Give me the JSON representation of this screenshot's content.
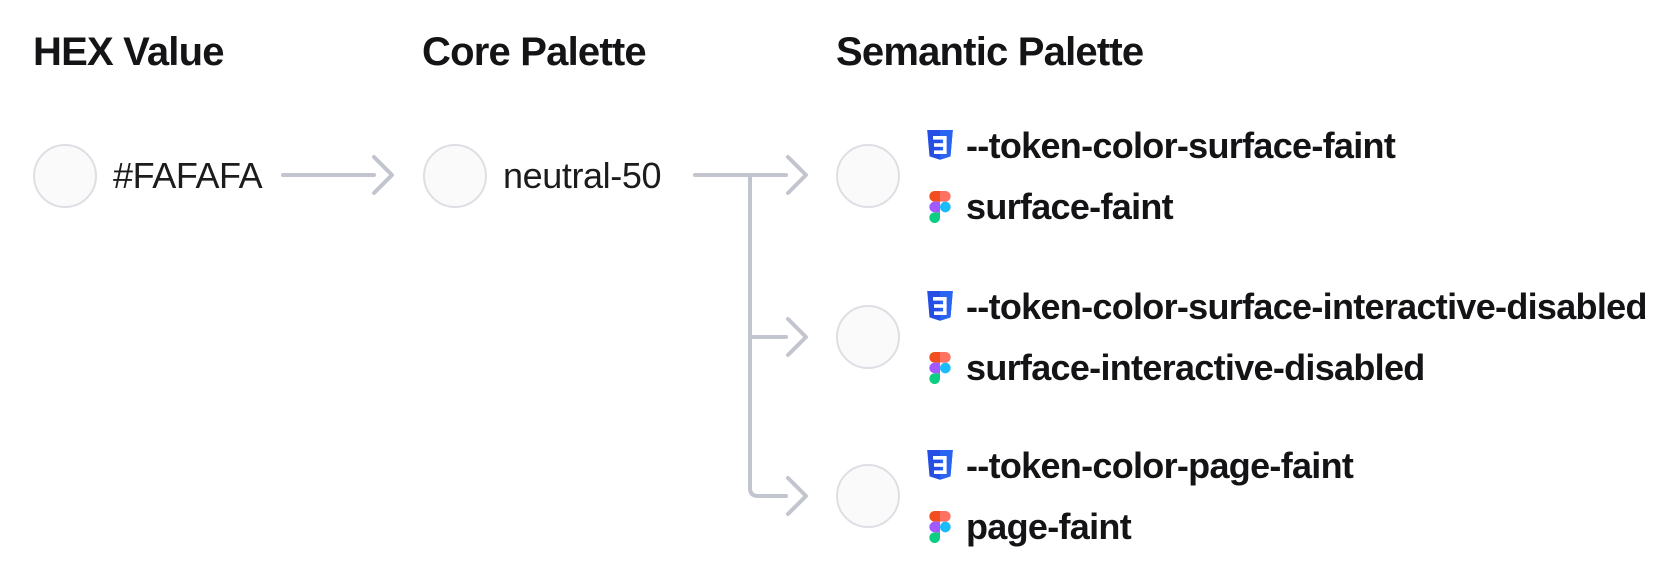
{
  "diagram": {
    "columns": [
      {
        "title": "HEX Value"
      },
      {
        "title": "Core Palette"
      },
      {
        "title": "Semantic Palette"
      }
    ],
    "source": {
      "hex": "#FAFAFA"
    },
    "core": {
      "name": "neutral-50"
    },
    "semantic": [
      {
        "css_token": "--token-color-surface-faint",
        "figma_token": "surface-faint"
      },
      {
        "css_token": "--token-color-surface-interactive-disabled",
        "figma_token": "surface-interactive-disabled"
      },
      {
        "css_token": "--token-color-page-faint",
        "figma_token": "page-faint"
      }
    ],
    "icons": {
      "css": "css3-shield-icon",
      "figma": "figma-logo-icon"
    },
    "colors": {
      "swatch_fill": "#FAFAFA",
      "swatch_border": "#DDDFE5",
      "connector": "#C2C5CD",
      "text": "#141417",
      "css_icon_blue_dark": "#264DE4",
      "css_icon_blue_light": "#2965F1",
      "figma_red": "#F24E1E",
      "figma_salmon": "#FF7262",
      "figma_purple": "#A259FF",
      "figma_blue": "#1ABCFE",
      "figma_green": "#0ACF83"
    }
  }
}
